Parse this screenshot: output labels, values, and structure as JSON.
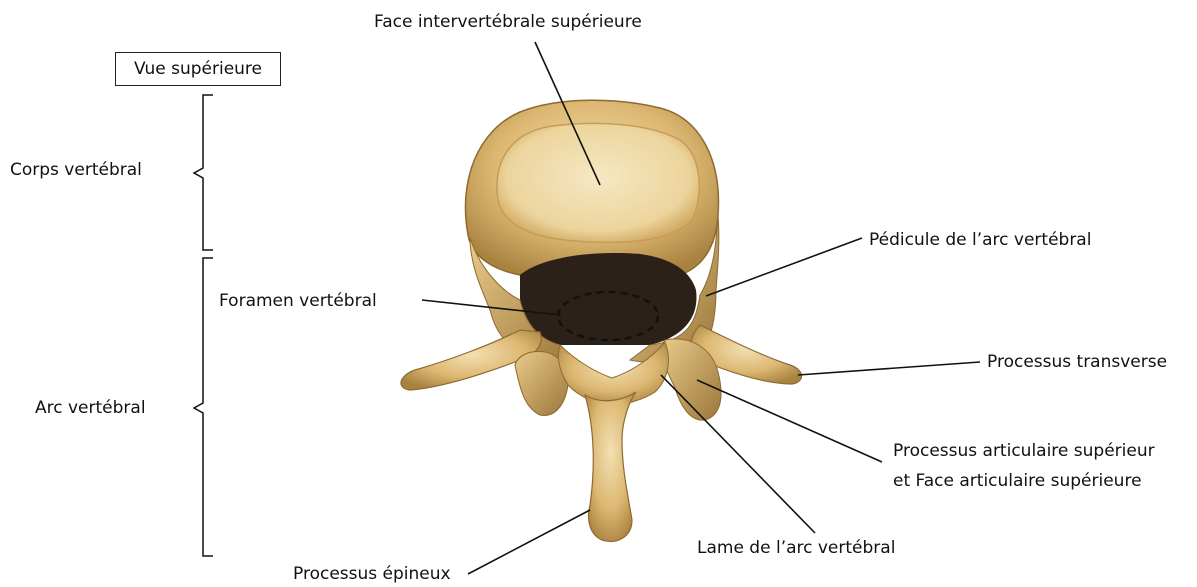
{
  "view_label": "Vue supérieure",
  "brackets": {
    "body": "Corps vertébral",
    "arch": "Arc vertébral"
  },
  "labels": {
    "superior_face": "Face intervertébrale supérieure",
    "pedicle": "Pédicule de l’arc vertébral",
    "foramen": "Foramen vertébral",
    "transverse": "Processus transverse",
    "articular_line1": "Processus articulaire supérieur",
    "articular_line2": "et Face articulaire supérieure",
    "lamina": "Lame de l’arc vertébral",
    "spinous": "Processus épineux"
  },
  "colors": {
    "bone": "#d9b56e",
    "bone_light": "#f1dcaa",
    "bone_shadow": "#9c7a3e",
    "line": "#111111"
  }
}
